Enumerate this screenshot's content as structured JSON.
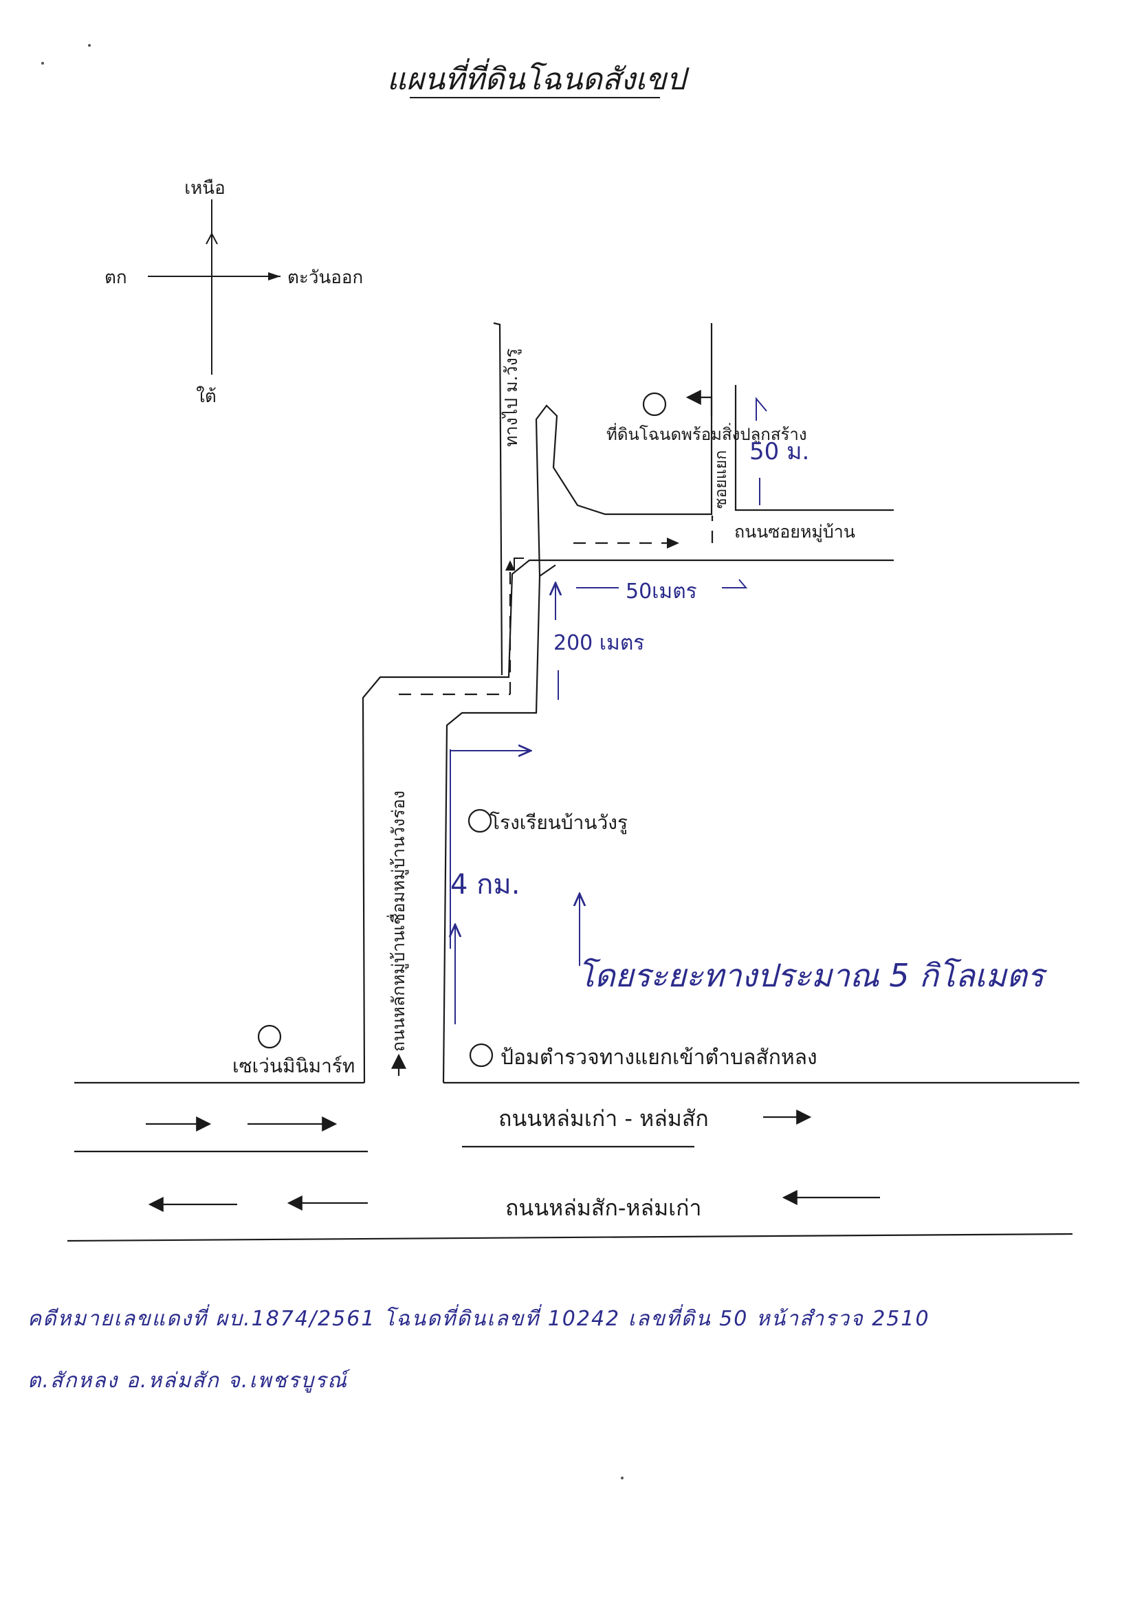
{
  "title": "แผนที่ที่ดินโฉนดสังเขป",
  "compass": {
    "north": "เหนือ",
    "south": "ใต้",
    "east": "ตะวันออก",
    "west": "ตก"
  },
  "roads": {
    "main_road_upper": "ถนนหล่มเก่า - หล่มสัก",
    "main_road_lower": "ถนนหล่มสัก-หล่มเก่า",
    "side_road_vertical": "ถนนหลักหมู่บ้านเชื่อมหมู่บ้านวังร่อง",
    "north_road": "ทางไป ม.วังรู",
    "village_road": "ถนนซอยหมู่บ้าน",
    "alley": "ซอยแยก"
  },
  "landmarks": {
    "seven_eleven": "เซเว่นมินิมาร์ท",
    "school": "โรงเรียนบ้านวังรู",
    "police_box": "ป้อมตำรวจทางแยกเข้าตำบลสักหลง",
    "plot": "ที่ดินโฉนดพร้อมสิ่งปลูกสร้าง"
  },
  "distances": {
    "d_50m_top": "50 ม.",
    "d_50m": "50เมตร",
    "d_200m": "200 เมตร",
    "d_4km": "4 กม.",
    "d_total": "โดยระยะทางประมาณ 5 กิโลเมตร"
  },
  "footnote": {
    "line1": "คดีหมายเลขแดงที่ ผบ.1874/2561 โฉนดที่ดินเลขที่ 10242 เลขที่ดิน 50 หน้าสำรวจ 2510",
    "line2": "ต.สักหลง  อ.หล่มสัก  จ.เพชรบูรณ์"
  },
  "colors": {
    "ink": "#1a1a1a",
    "pen_blue": "#2b2b8c"
  }
}
